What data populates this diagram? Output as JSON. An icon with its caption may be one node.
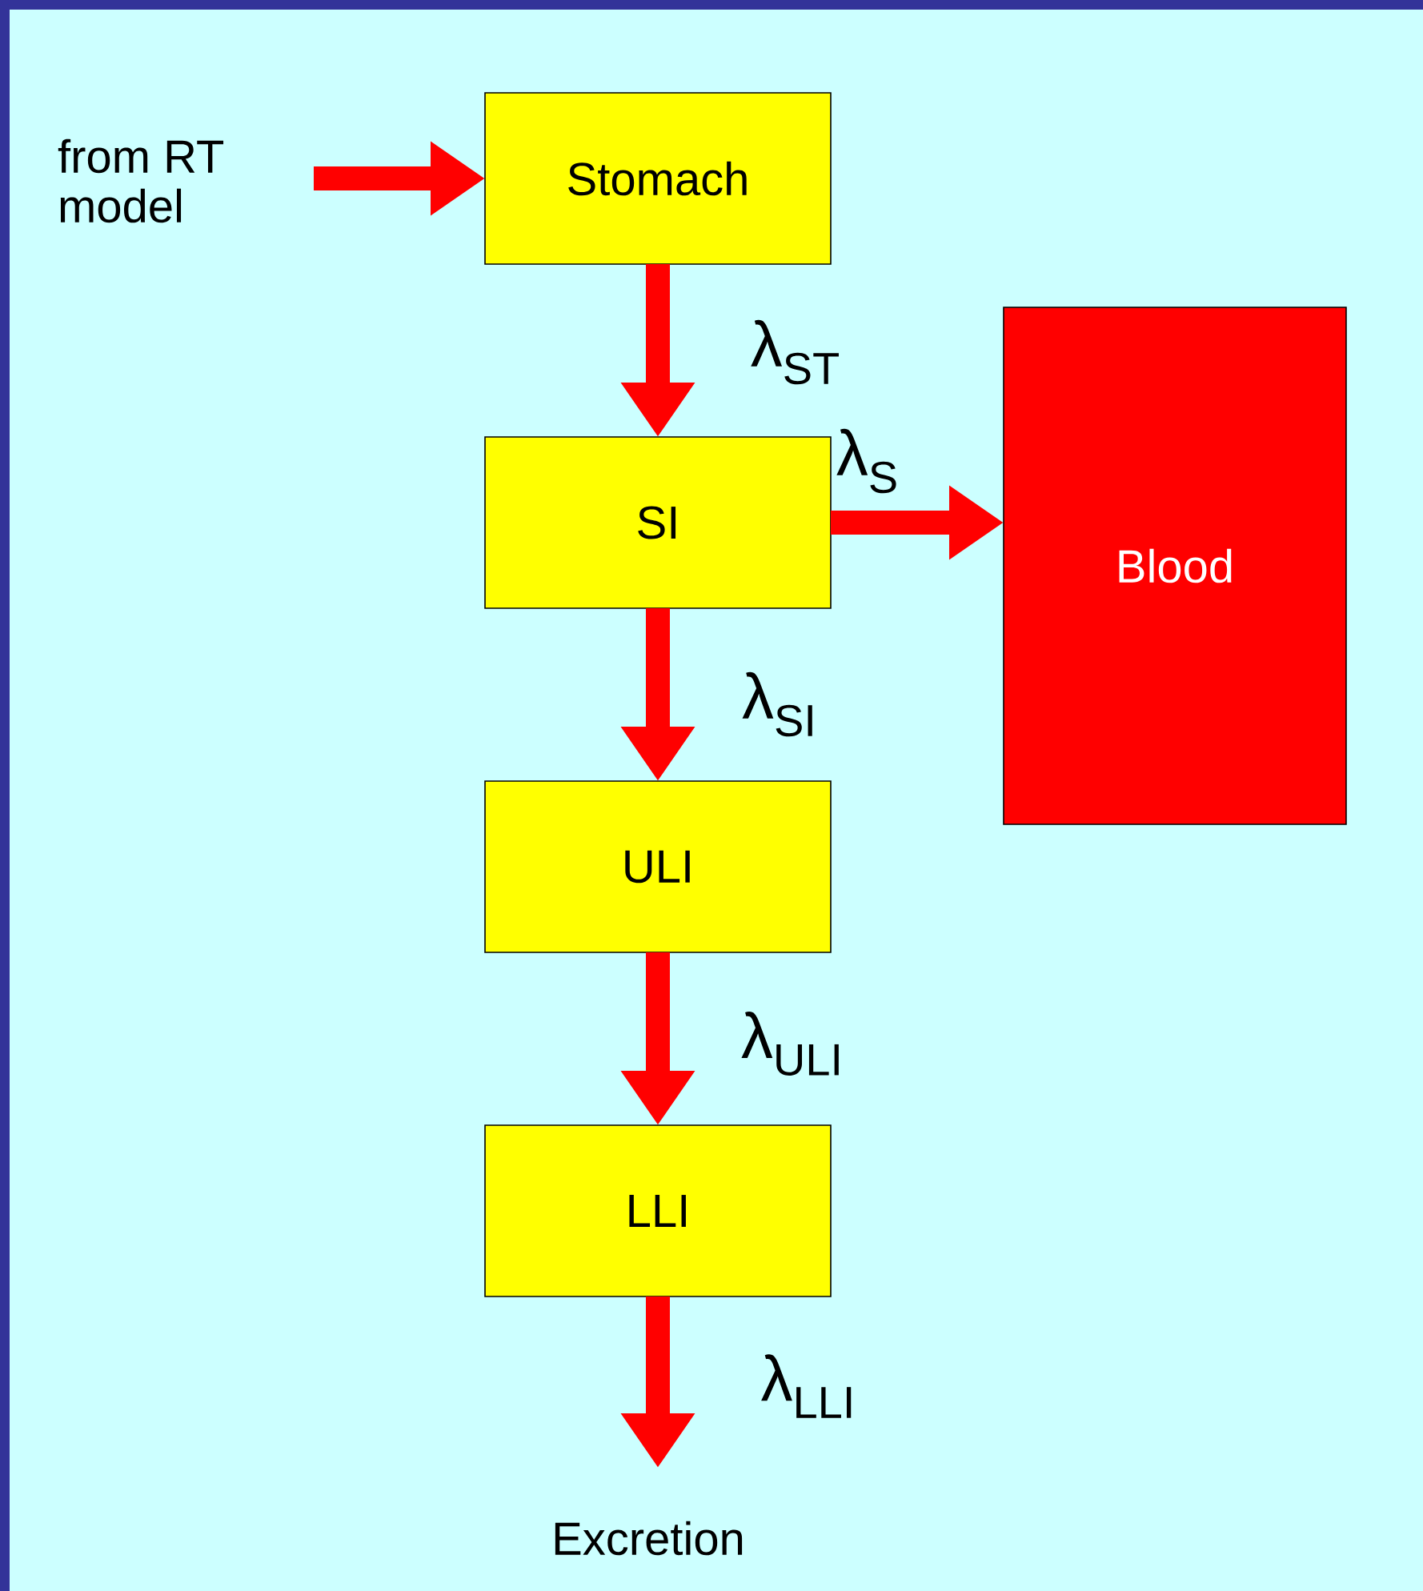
{
  "diagram": {
    "nodes": [
      {
        "text": [
          "from RT model"
        ]
      },
      {
        "text": [
          "Stomach"
        ]
      },
      {
        "text": [
          "SI"
        ]
      },
      {
        "text": [
          "Blood"
        ]
      },
      {
        "text": [
          "ULI"
        ]
      },
      {
        "text": [
          "LLI"
        ]
      },
      {
        "text": [
          "Excretion"
        ]
      }
    ],
    "edges": [
      {
        "from": 0,
        "to": 1,
        "arrow": "to"
      },
      {
        "from": 1,
        "to": 2,
        "arrow": "to",
        "label": "λ$_{ST}$"
      },
      {
        "from": 2,
        "to": 3,
        "arrow": "to",
        "label": "λ$_{S}$"
      },
      {
        "from": 2,
        "to": 4,
        "arrow": "to",
        "label": "λ$_{SI}$"
      },
      {
        "from": 4,
        "to": 5,
        "arrow": "to",
        "label": "λ$_{ULI}$"
      },
      {
        "from": 5,
        "to": 6,
        "arrow": "to",
        "label": "λ$_{LLI}$"
      }
    ]
  }
}
